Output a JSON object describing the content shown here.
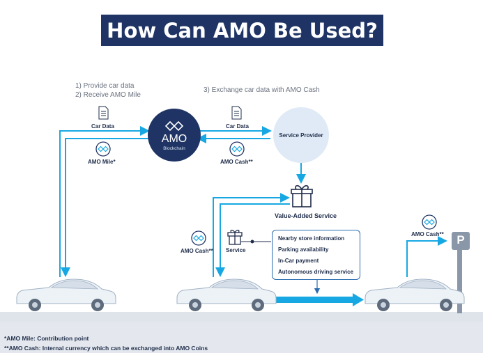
{
  "title": "How Can AMO Be Used?",
  "steps": {
    "step1": "1) Provide car data",
    "step2": "2) Receive AMO Mile",
    "step3": "3) Exchange car data with AMO Cash"
  },
  "hub": {
    "name": "AMO",
    "sub": "Blockchain"
  },
  "service_provider": "Service Provider",
  "labels": {
    "car_data_left": "Car Data",
    "car_data_right": "Car Data",
    "amo_mile": "AMO Mile*",
    "amo_cash_top": "AMO Cash**",
    "value_added_service": "Value-Added Service",
    "amo_cash_mid": "AMO Cash**",
    "service": "Service",
    "amo_cash_right": "AMO Cash**",
    "parking": "P"
  },
  "services": [
    "Nearby store information",
    "Parking availability",
    "In-Car payment",
    "Autonomous driving service"
  ],
  "footnotes": {
    "mile": "*AMO Mile: Contribution point",
    "cash": "**AMO Cash: Internal currency which can be exchanged into AMO Coins"
  },
  "colors": {
    "title_bg": "#1f3464",
    "hub_bg": "#1f3464",
    "arrow": "#17a8e3",
    "provider_bg": "#dfeaf6",
    "ground": "#e4e8ee"
  }
}
